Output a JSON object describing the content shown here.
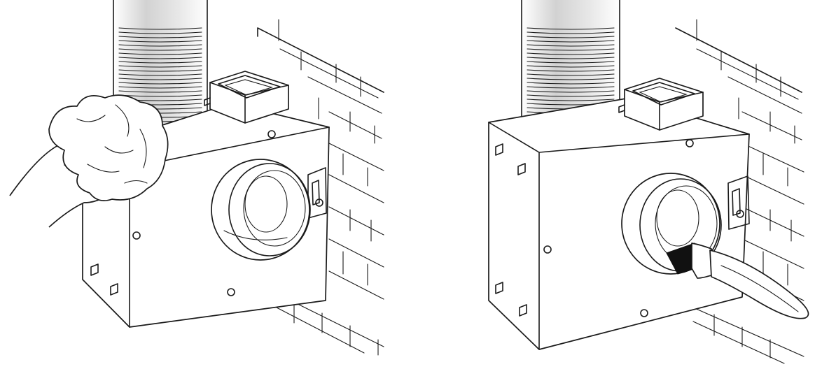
{
  "figure": {
    "panels": [
      {
        "id": "left",
        "tool": "cloth"
      },
      {
        "id": "right",
        "tool": "brush"
      }
    ],
    "colors": {
      "line": "#1a1a1a",
      "background": "#ffffff",
      "duct_shade": "#d9d9d9",
      "brush_bristles": "#111111"
    }
  }
}
